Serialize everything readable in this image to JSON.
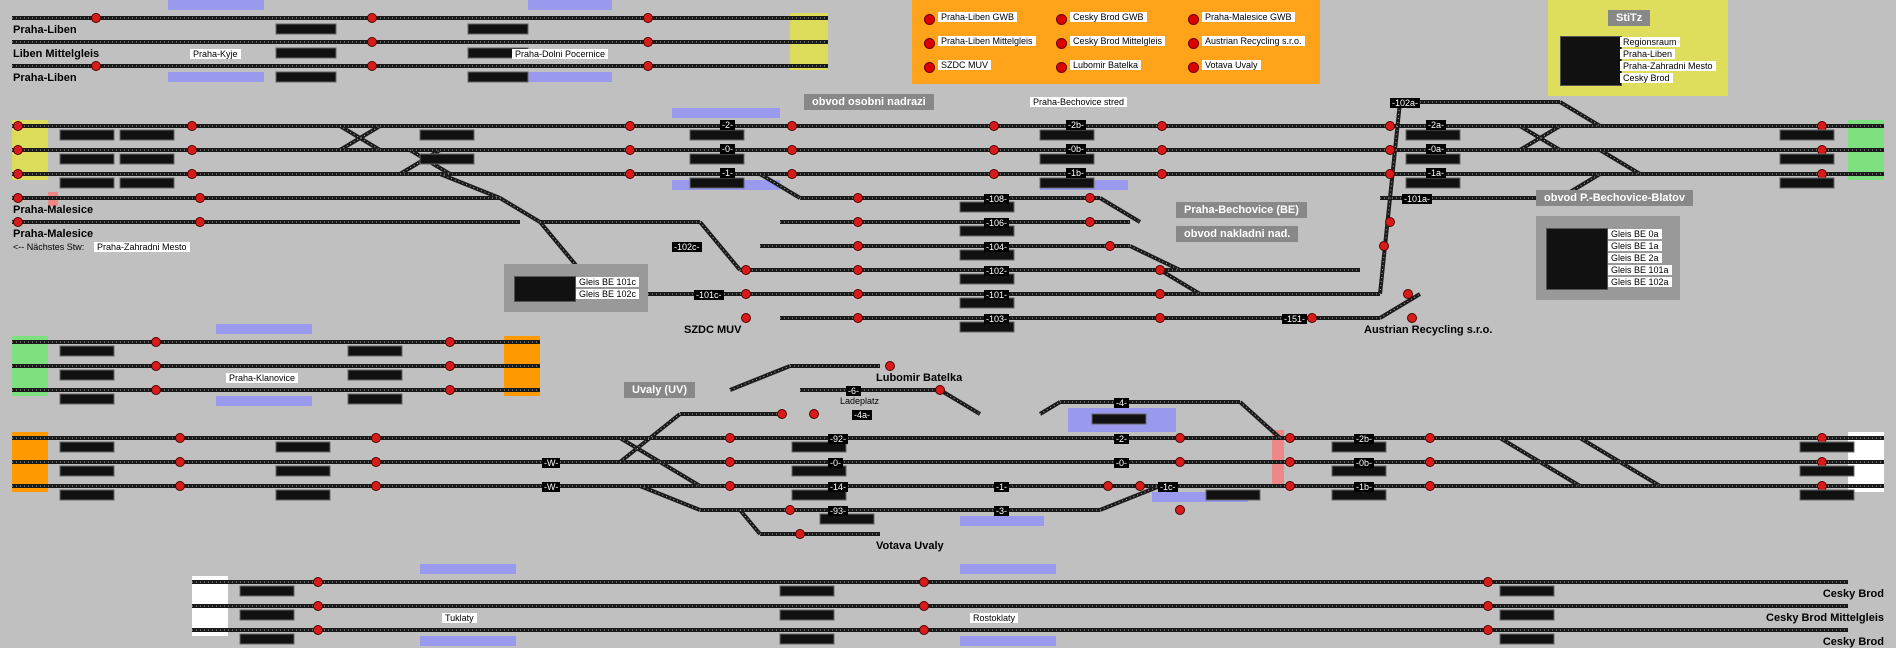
{
  "colors": {
    "background": "#c0c0c0",
    "track": "#1a1a1a",
    "signal_red": "#d81b1b",
    "platform_blue": "#9999ee",
    "zone_yellow": "#dcdc5a",
    "zone_green": "#7ee07e",
    "zone_orange": "#ff9900",
    "zone_white": "#ffffff",
    "legend_orange": "#ffa31a",
    "stitz_yellow": "#dede5c",
    "marker_pink": "#ee8888"
  },
  "stations": {
    "praha_liben_1": "Praha-Liben",
    "liben_mittelgleis": "Liben Mittelgleis",
    "praha_liben_2": "Praha-Liben",
    "praha_malesice_1": "Praha-Malesice",
    "praha_malesice_2": "Praha-Malesice",
    "next_stw": "<-- Nächstes Stw:",
    "praha_zahradni_mesto": "Praha-Zahradni Mesto",
    "szdc_muv": "SZDC MUV",
    "austrian_recycling": "Austrian Recycling s.r.o.",
    "lubomir_batelka": "Lubomir Batelka",
    "ladeplatz": "Ladeplatz",
    "votava_uvaly": "Votava Uvaly",
    "cesky_brod_1": "Cesky Brod",
    "cesky_brod_mittelgleis": "Cesky Brod Mittelgleis",
    "cesky_brod_2": "Cesky Brod"
  },
  "places": {
    "praha_kyje": "Praha-Kyje",
    "praha_dolni_pocernice": "Praha-Dolni Pocernice",
    "praha_bechovice_stred": "Praha-Bechovice stred",
    "praha_klanovice": "Praha-Klanovice",
    "tuklaty": "Tuklaty",
    "rostoklaty": "Rostoklaty"
  },
  "headers": {
    "obvod_osobni": "obvod osobni nadrazi",
    "praha_bechovice_be": "Praha-Bechovice (BE)",
    "obvod_nakladni": "obvod nakladni nad.",
    "obvod_blatov": "obvod P.-Bechovice-Blatov",
    "uvaly": "Uvaly (UV)",
    "stitz": "StiTz"
  },
  "legend": [
    "Praha-Liben GWB",
    "Cesky Brod GWB",
    "Praha-Malesice GWB",
    "Praha-Liben Mittelgleis",
    "Cesky Brod Mittelgleis",
    "Austrian Recycling s.r.o.",
    "SZDC MUV",
    "Lubomir Batelka",
    "Votava Uvaly"
  ],
  "stitz_list": [
    "Regionsraum",
    "Praha-Liben",
    "Praha-Zahradni Mesto",
    "Cesky Brod"
  ],
  "gleis_be_left": [
    "Gleis BE 101c",
    "Gleis BE 102c"
  ],
  "gleis_be_right": [
    "Gleis BE 0a",
    "Gleis BE 1a",
    "Gleis BE 2a",
    "Gleis BE 101a",
    "Gleis BE 102a"
  ],
  "track_labels": {
    "t2_top": "-2-",
    "t0_top": "-0-",
    "t1_top": "-1-",
    "t2b": "-2b-",
    "t0b": "-0b-",
    "t1b": "-1b-",
    "t102a": "-102a-",
    "t2a": "-2a-",
    "t0a": "-0a-",
    "t1a": "-1a-",
    "t101a": "-101a-",
    "t102c": "-102c-",
    "t101c": "-101c-",
    "t108": "-108-",
    "t106": "-106-",
    "t104": "-104-",
    "t102": "-102-",
    "t101": "-101-",
    "t103": "-103-",
    "t151": "-151-",
    "t6": "-6-",
    "t4a": "-4a-",
    "t4": "-4-",
    "t92": "-92-",
    "t0u": "-0-",
    "t14": "-14-",
    "t93": "-93-",
    "t2u": "-2-",
    "t0u2": "-0-",
    "t1u": "-1-",
    "t3u": "-3-",
    "t1c": "-1c-",
    "t2bu": "-2b-",
    "t0bu": "-0b-",
    "t1bu": "-1b-",
    "tw1": "-W-",
    "tw2": "-W-"
  }
}
